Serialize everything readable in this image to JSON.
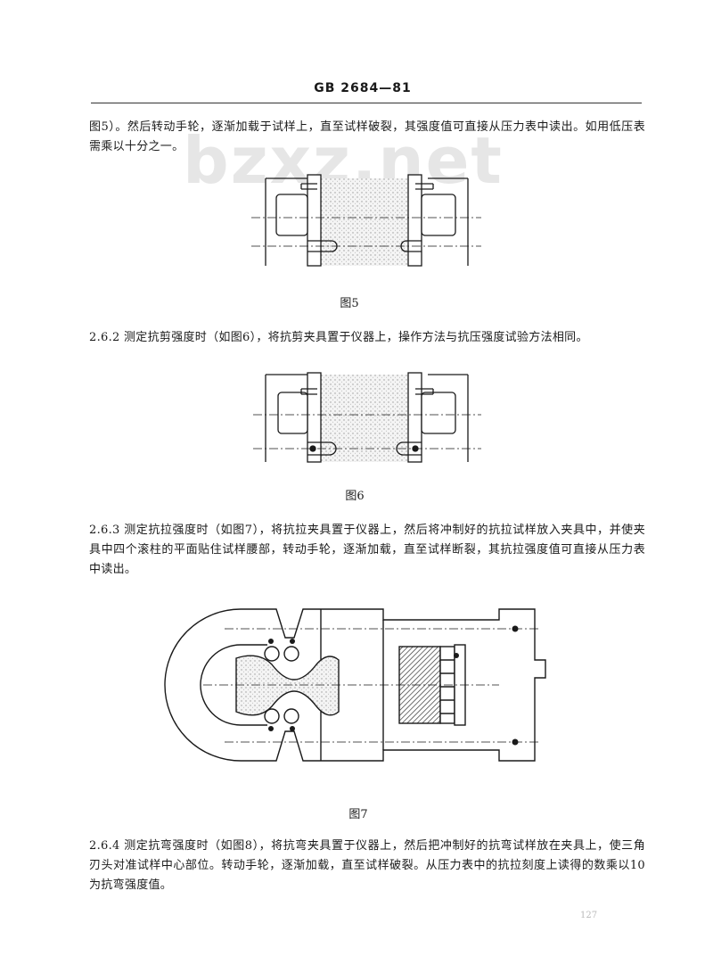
{
  "header": {
    "standard_code": "GB  2684—81"
  },
  "watermark": {
    "text": "bzxz.net"
  },
  "paragraphs": {
    "p1": "图5）。然后转动手轮，逐渐加载于试样上，直至试样破裂，其强度值可直接从压力表中读出。如用低压表需乘以十分之一。",
    "p2": "2.6.2 测定抗剪强度时（如图6），将抗剪夹具置于仪器上，操作方法与抗压强度试验方法相同。",
    "p3": "2.6.3 测定抗拉强度时（如图7），将抗拉夹具置于仪器上，然后将冲制好的抗拉试样放入夹具中，并使夹具中四个滚柱的平面贴住试样腰部，转动手轮，逐渐加载，直至试样断裂，其抗拉强度值可直接从压力表中读出。",
    "p4": "2.6.4 测定抗弯强度时（如图8），将抗弯夹具置于仪器上，然后把冲制好的抗弯试样放在夹具上，使三角刃头对准试样中心部位。转动手轮，逐渐加载，直至试样破裂。从压力表中的抗拉刻度上读得的数乘以10为抗弯强度值。"
  },
  "figures": {
    "fig5_caption": "图5",
    "fig6_caption": "图6",
    "fig7_caption": "图7"
  },
  "footer": {
    "page_number": "127"
  },
  "colors": {
    "ink": "#1a1a1a",
    "specimen_dots": "#9a9a9a",
    "watermark": "#e6e6e6"
  }
}
